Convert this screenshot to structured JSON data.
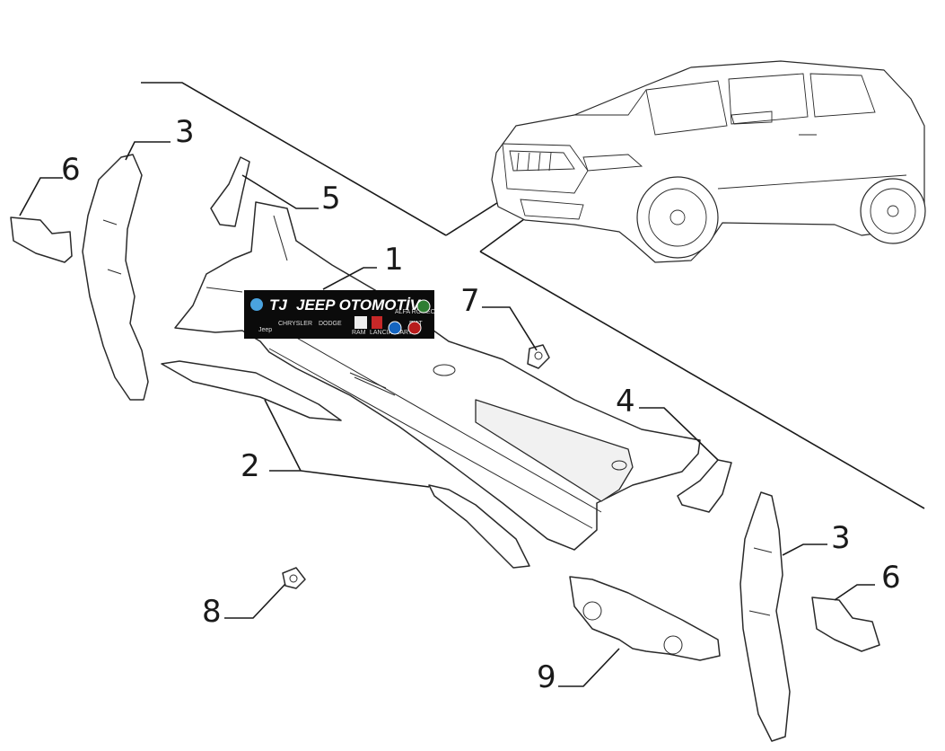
{
  "callouts": {
    "c1": "1",
    "c2": "2",
    "c3_left": "3",
    "c3_right": "3",
    "c4": "4",
    "c5": "5",
    "c6_left": "6",
    "c6_right": "6",
    "c7": "7",
    "c8": "8",
    "c9": "9"
  },
  "watermark": {
    "logo": "TJ",
    "title": "JEEP OTOMOTİV",
    "brands": [
      "Jeep",
      "CHRYSLER",
      "DODGE",
      "RAM",
      "LANCIA",
      "ABARTH",
      "FIAT",
      "ALFA ROMEO"
    ]
  }
}
